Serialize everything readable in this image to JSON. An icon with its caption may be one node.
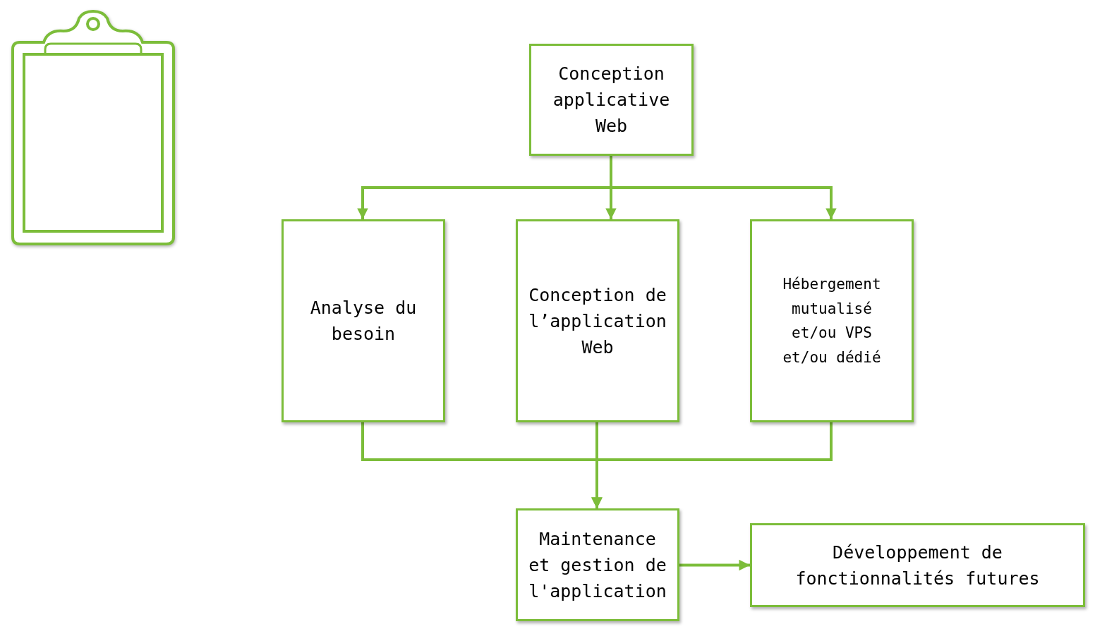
{
  "diagram": {
    "nodes": [
      {
        "text": [
          "Conception applicative Web"
        ]
      },
      {
        "text": [
          "Analyse du besoin"
        ]
      },
      {
        "text": [
          "Conception de l’application Web"
        ]
      },
      {
        "text": [
          "Hébergement mutualisé et/ou VPS et/ou dédié"
        ]
      },
      {
        "text": [
          "Maintenance et gestion de l'application"
        ]
      },
      {
        "text": [
          "Développement de fonctionnalités futures"
        ]
      }
    ],
    "edges": [
      {
        "from": 0,
        "to": 1,
        "arrow": "to"
      },
      {
        "from": 0,
        "to": 2,
        "arrow": "to"
      },
      {
        "from": 0,
        "to": 3,
        "arrow": "to"
      },
      {
        "from": 1,
        "to": 4,
        "arrow": "to"
      },
      {
        "from": 2,
        "to": 4,
        "arrow": "to"
      },
      {
        "from": 3,
        "to": 4,
        "arrow": "to"
      },
      {
        "from": 4,
        "to": 5,
        "arrow": "to"
      }
    ]
  }
}
